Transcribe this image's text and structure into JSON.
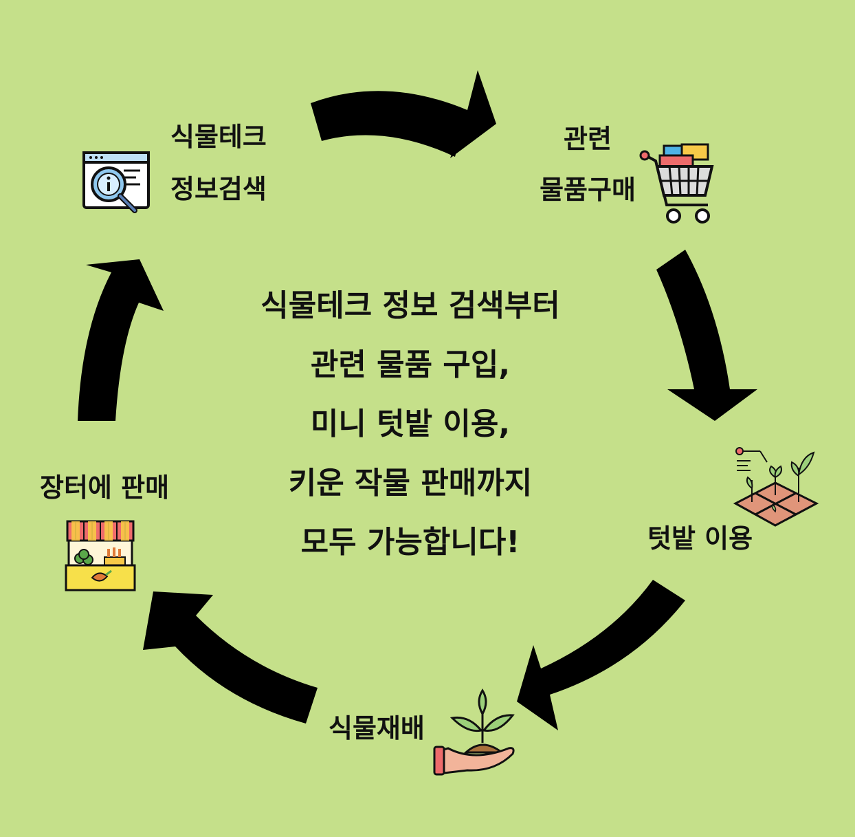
{
  "colors": {
    "background": "#c5e08a",
    "arrow": "#000000"
  },
  "steps": [
    {
      "lines": [
        "식물테크",
        "정보검색"
      ],
      "icon": "info-search-icon"
    },
    {
      "lines": [
        "관련",
        "물품구매"
      ],
      "icon": "shopping-cart-icon"
    },
    {
      "lines": [
        "텃밭 이용"
      ],
      "icon": "garden-plot-icon"
    },
    {
      "lines": [
        "식물재배"
      ],
      "icon": "sprout-in-hand-icon"
    },
    {
      "lines": [
        "장터에 판매"
      ],
      "icon": "market-stall-icon"
    }
  ],
  "center_text": [
    "식물테크 정보 검색부터",
    "관련 물품 구입,",
    "미니 텃밭 이용,",
    "키운 작물 판매까지",
    "모두 가능합니다!"
  ]
}
